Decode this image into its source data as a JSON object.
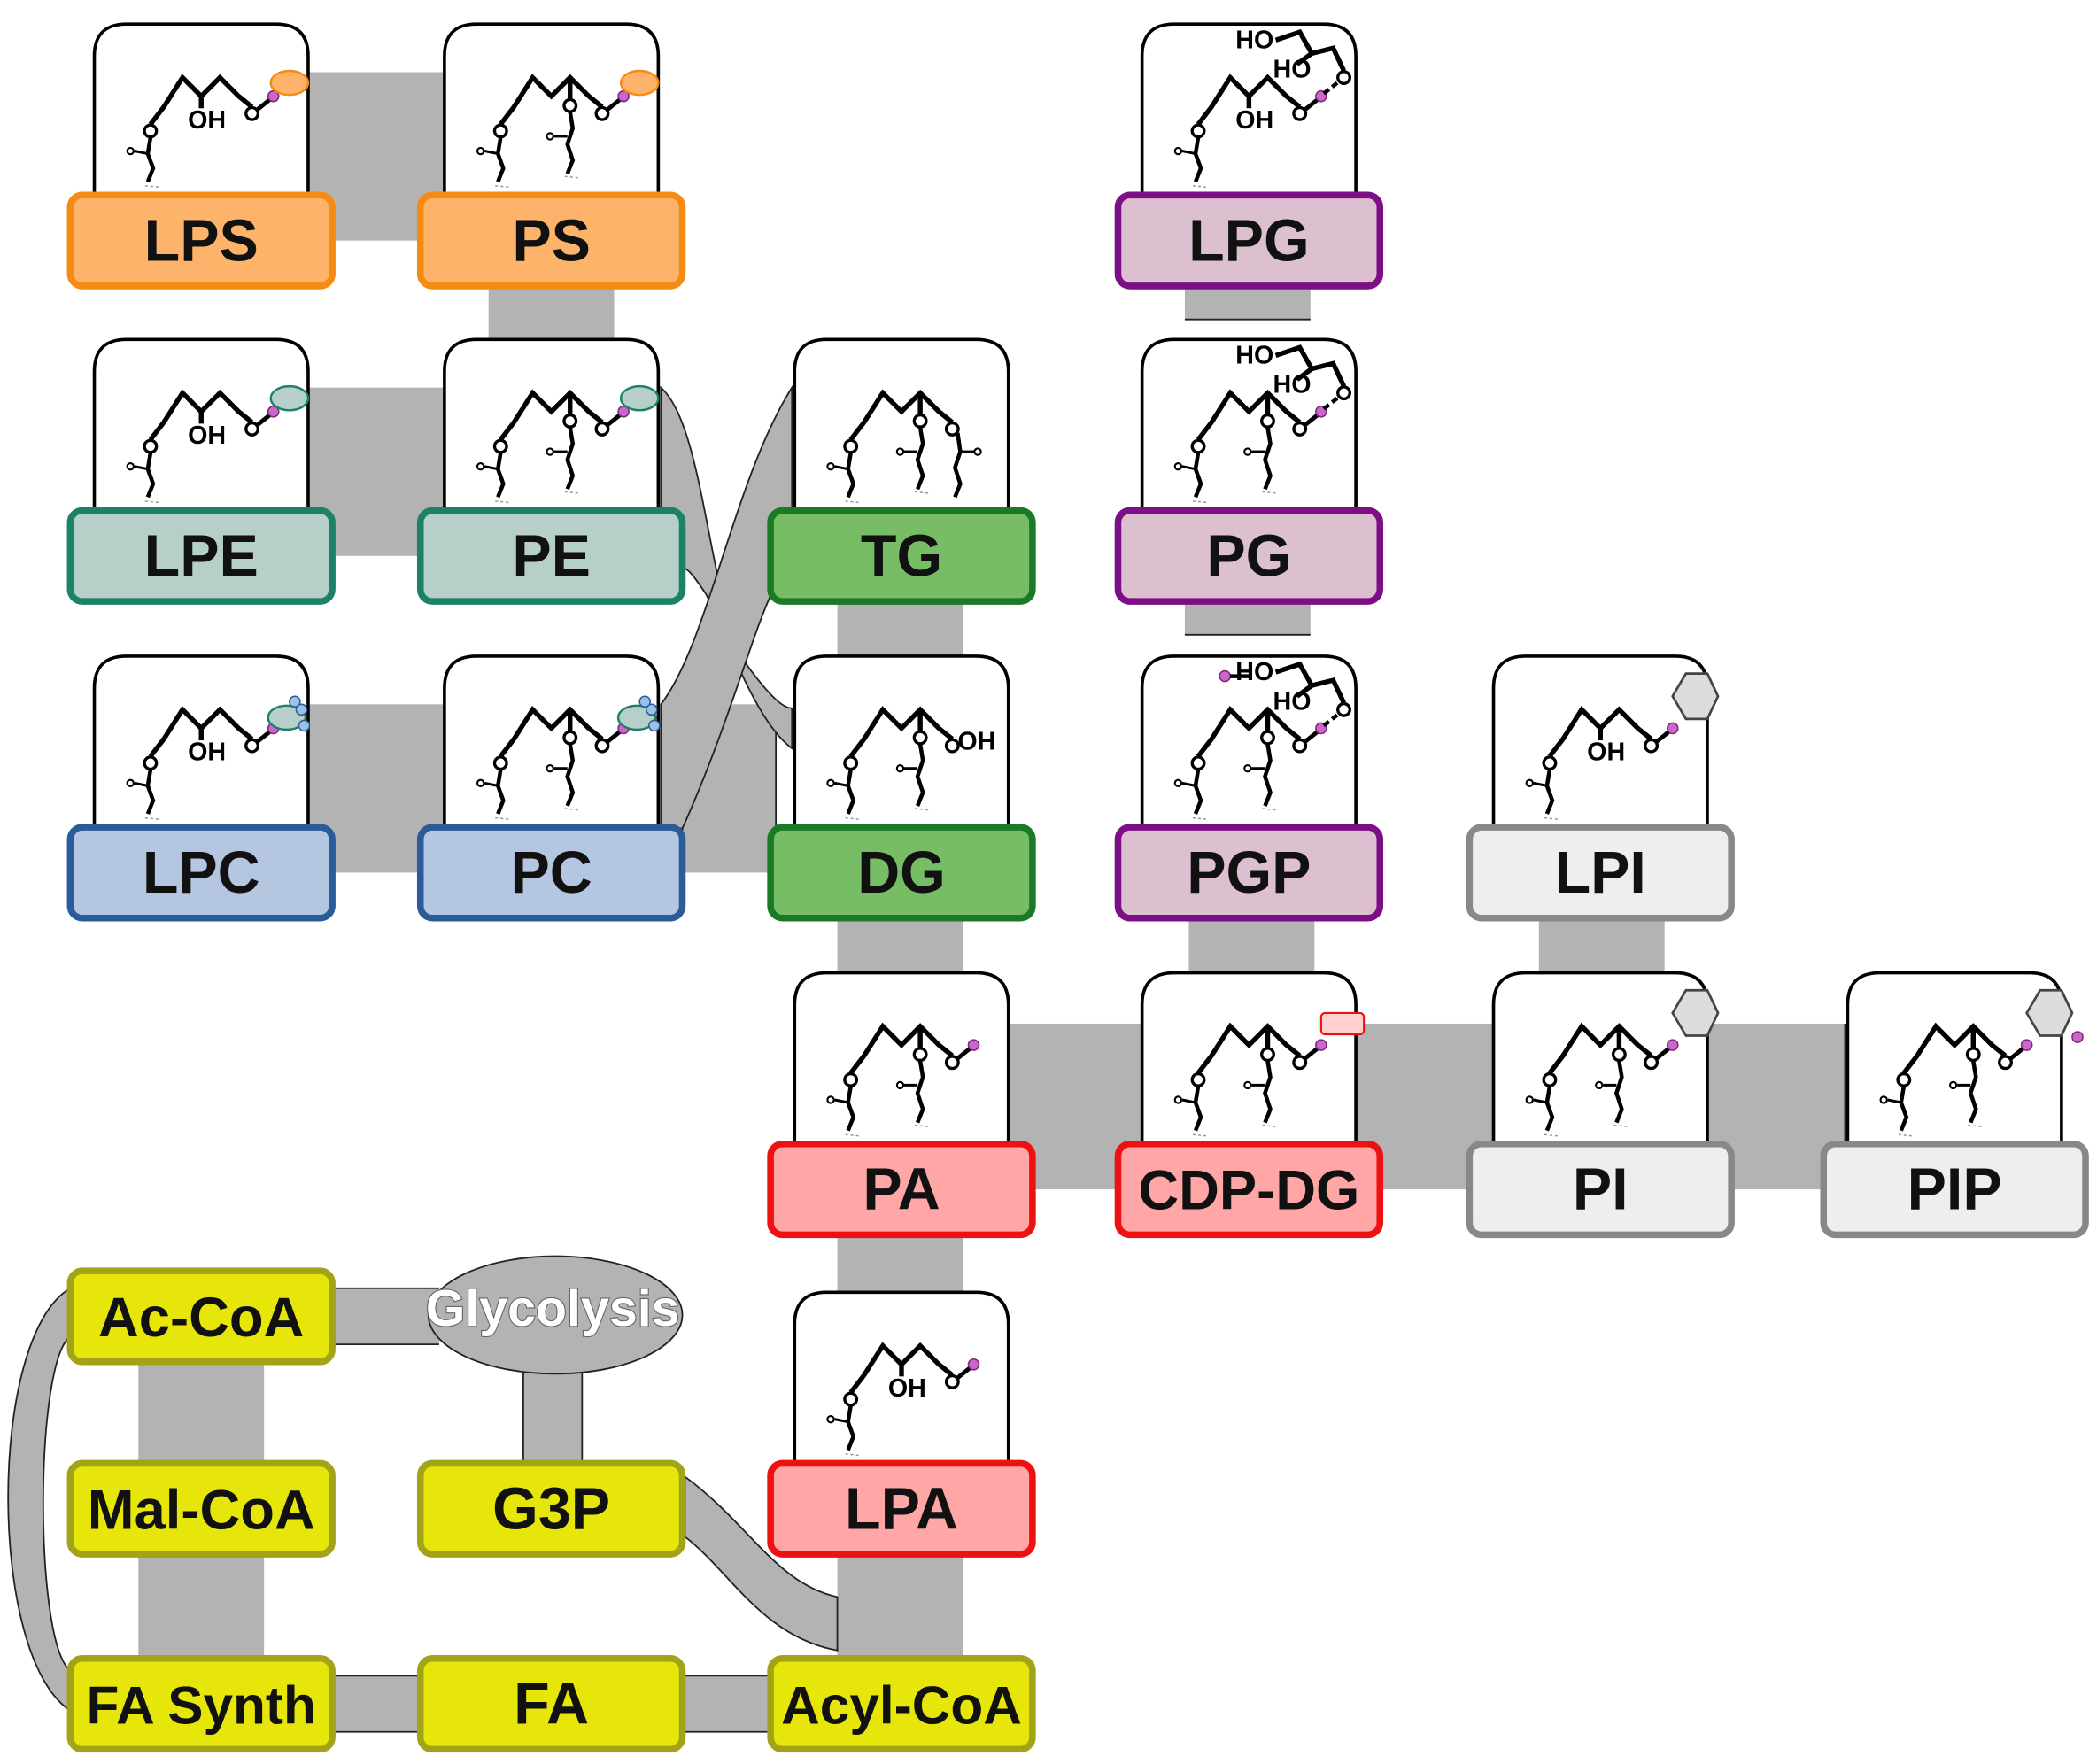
{
  "nodes": [
    {
      "id": "LPS",
      "label": "LPS",
      "fill": "#fdb46a",
      "stroke": "#f58a14",
      "headgroup": "serine"
    },
    {
      "id": "PS",
      "label": "PS",
      "fill": "#fdb46a",
      "stroke": "#f58a14",
      "headgroup": "serine"
    },
    {
      "id": "LPE",
      "label": "LPE",
      "fill": "#b6cfc9",
      "stroke": "#1b8268",
      "headgroup": "ethanolamine"
    },
    {
      "id": "PE",
      "label": "PE",
      "fill": "#b6cfc9",
      "stroke": "#1b8268",
      "headgroup": "ethanolamine"
    },
    {
      "id": "LPC",
      "label": "LPC",
      "fill": "#b5c6e0",
      "stroke": "#2a5c9a",
      "headgroup": "choline"
    },
    {
      "id": "PC",
      "label": "PC",
      "fill": "#b5c6e0",
      "stroke": "#2a5c9a",
      "headgroup": "choline"
    },
    {
      "id": "TG",
      "label": "TG",
      "fill": "#76bd66",
      "stroke": "#1b7a26",
      "headgroup": "acyl"
    },
    {
      "id": "DG",
      "label": "DG",
      "fill": "#76bd66",
      "stroke": "#1b7a26",
      "headgroup": "hydroxyl"
    },
    {
      "id": "LPG",
      "label": "LPG",
      "fill": "#ddc0cf",
      "stroke": "#7d0f86",
      "headgroup": "glycerol"
    },
    {
      "id": "PG",
      "label": "PG",
      "fill": "#ddc0cf",
      "stroke": "#7d0f86",
      "headgroup": "glycerol"
    },
    {
      "id": "PGP",
      "label": "PGP",
      "fill": "#ddc0cf",
      "stroke": "#7d0f86",
      "headgroup": "glycerol-phosphate"
    },
    {
      "id": "LPI",
      "label": "LPI",
      "fill": "#eeeeee",
      "stroke": "#888888",
      "headgroup": "inositol"
    },
    {
      "id": "PA",
      "label": "PA",
      "fill": "#ffa6a6",
      "stroke": "#ee1111",
      "headgroup": "phosphate"
    },
    {
      "id": "CDP-DG",
      "label": "CDP-DG",
      "fill": "#ffa6a6",
      "stroke": "#ee1111",
      "headgroup": "cdp"
    },
    {
      "id": "PI",
      "label": "PI",
      "fill": "#eeeeee",
      "stroke": "#888888",
      "headgroup": "inositol"
    },
    {
      "id": "PIP",
      "label": "PIP",
      "fill": "#eeeeee",
      "stroke": "#888888",
      "headgroup": "inositol-phosphate"
    },
    {
      "id": "LPA",
      "label": "LPA",
      "fill": "#ffa6a6",
      "stroke": "#ee1111",
      "headgroup": "phosphate"
    },
    {
      "id": "Ac-CoA",
      "label": "Ac-CoA",
      "fill": "#e6e60a",
      "stroke": "#a3a31a",
      "headgroup": "none"
    },
    {
      "id": "Mal-CoA",
      "label": "Mal-CoA",
      "fill": "#e6e60a",
      "stroke": "#a3a31a",
      "headgroup": "none"
    },
    {
      "id": "G3P",
      "label": "G3P",
      "fill": "#e6e60a",
      "stroke": "#a3a31a",
      "headgroup": "none"
    },
    {
      "id": "FA Synth",
      "label": "FA Synth",
      "fill": "#e6e60a",
      "stroke": "#a3a31a",
      "headgroup": "none"
    },
    {
      "id": "FA",
      "label": "FA",
      "fill": "#e6e60a",
      "stroke": "#a3a31a",
      "headgroup": "none"
    },
    {
      "id": "Acyl-CoA",
      "label": "Acyl-CoA",
      "fill": "#e6e60a",
      "stroke": "#a3a31a",
      "headgroup": "none"
    }
  ],
  "glycolysis": {
    "label": "Glycolysis"
  },
  "structure_text": {
    "oh": "OH",
    "ho": "HO"
  },
  "colors": {
    "connector": "#b3b3b3",
    "connector_stroke": "#222222",
    "phosphate": "#cc66cc"
  }
}
